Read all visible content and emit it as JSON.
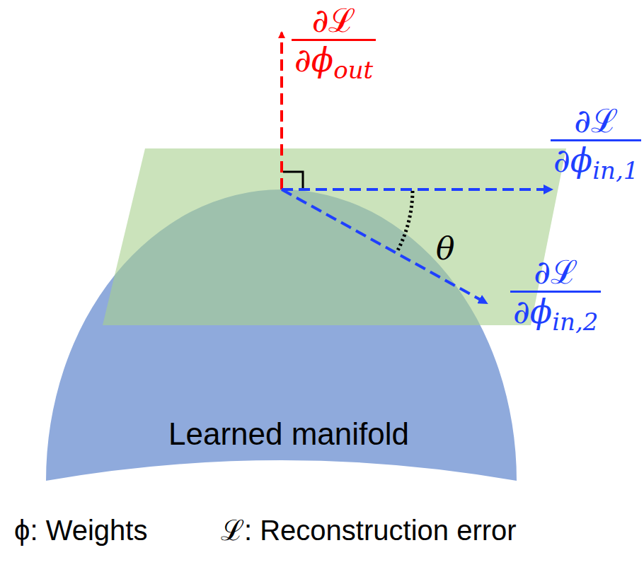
{
  "diagram": {
    "nodes": [
      {
        "text": [
          "Learned manifold"
        ]
      }
    ],
    "labels": [
      "∂ℒ",
      "∂ϕ",
      "out",
      "∂ℒ",
      "∂ϕ",
      "in,1",
      "∂ℒ",
      "∂ϕ",
      "in,2",
      "θ",
      "ϕ: Weights",
      "ℒ: Reconstruction error"
    ]
  }
}
